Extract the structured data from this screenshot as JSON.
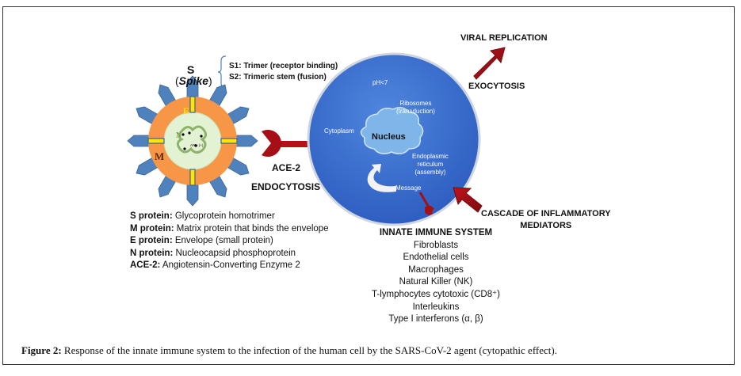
{
  "figure": {
    "spike_title": "S",
    "spike_subtitle": "Spike",
    "s1": "S1: Trimer (receptor binding)",
    "s2": "S2: Trimeric stem (fusion)",
    "virus_labels": {
      "e": "E",
      "m": "M",
      "n": "N",
      "arn": "ARN (+)"
    },
    "ace2": "ACE-2",
    "endocytosis": "ENDOCYTOSIS",
    "exocytosis": "EXOCYTOSIS",
    "viral_replication": "VIRAL REPLICATION",
    "cascade": [
      "CASCADE OF INFLAMMATORY",
      "MEDIATORS"
    ],
    "cell": {
      "ph": "pH<7",
      "ribosomes": [
        "Ribosomes",
        "(transduction)"
      ],
      "cytoplasm": "Cytoplasm",
      "nucleus": "Nucleus",
      "er": [
        "Endoplasmic",
        "reticulum",
        "(assembly)"
      ],
      "message": "Message"
    },
    "legend": [
      {
        "term": "S protein:",
        "desc": " Glycoprotein homotrimer"
      },
      {
        "term": "M protein:",
        "desc": " Matrix protein that binds the envelope"
      },
      {
        "term": "E protein:",
        "desc": " Envelope (small protein)"
      },
      {
        "term": "N protein:",
        "desc": " Nucleocapsid phosphoprotein"
      },
      {
        "term": "ACE-2:",
        "desc": " Angiotensin-Converting Enzyme 2"
      }
    ],
    "immune": {
      "title": "INNATE IMMUNE SYSTEM",
      "items": [
        "Fibroblasts",
        "Endothelial cells",
        "Macrophages",
        "Natural Killer (NK)",
        "T-lymphocytes cytotoxic (CD8⁺)",
        "Interleukins",
        "Type I interferons (α, β)"
      ]
    },
    "colors": {
      "spike": "#4f81bd",
      "envelope": "#f79646",
      "core": "#e4f2d4",
      "cell": "#3a6fd0",
      "arrow": "#a50f15",
      "rna": "#8db26a"
    }
  },
  "caption": {
    "label": "Figure 2:",
    "text": " Response of the innate immune system to the infection of the human cell by the SARS-CoV-2 agent (cytopathic effect)."
  }
}
